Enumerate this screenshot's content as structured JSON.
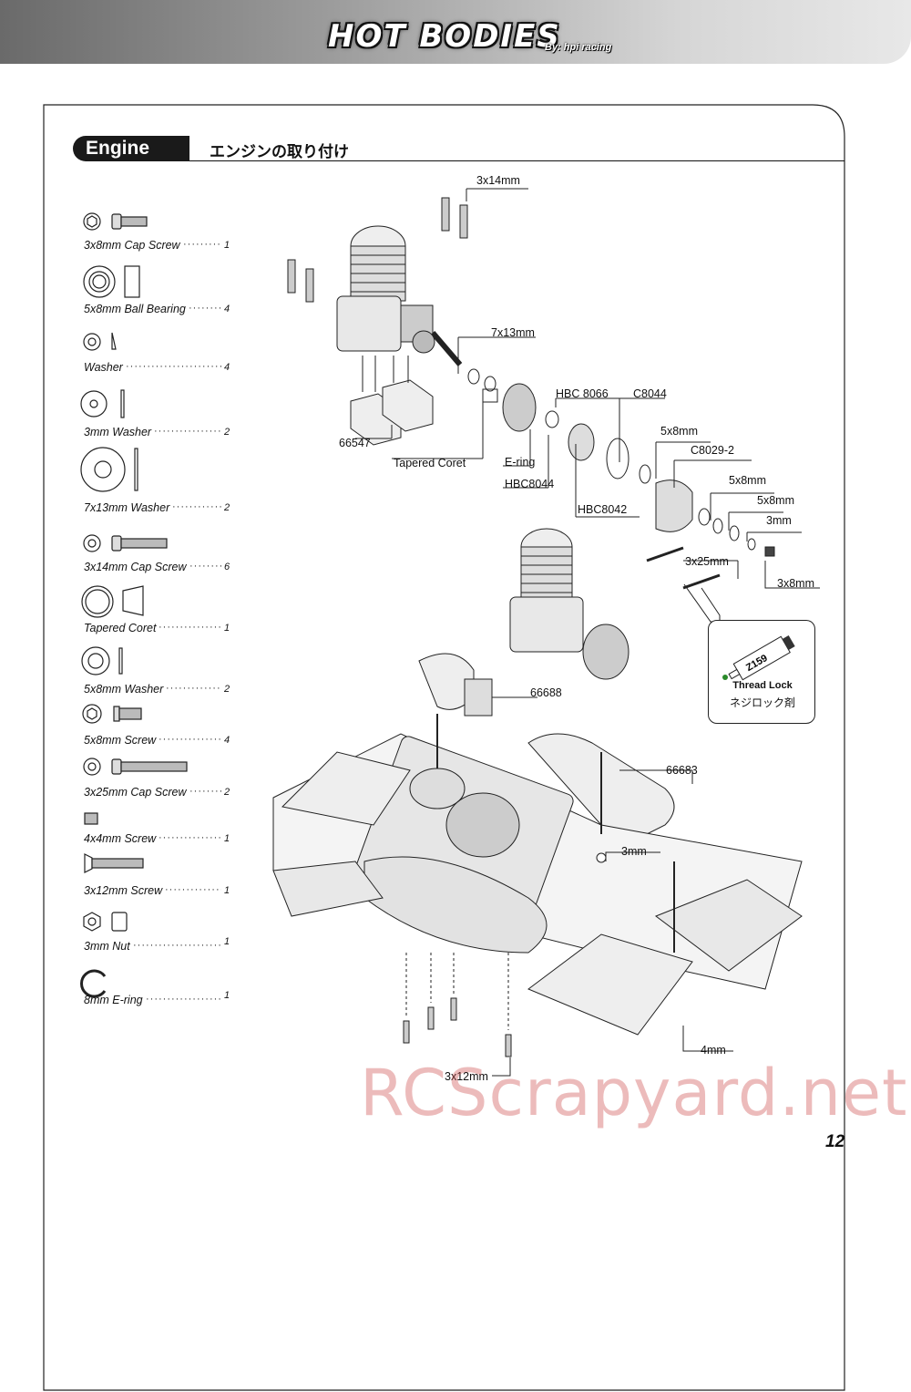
{
  "header": {
    "logo": "HOT BODIES",
    "logo_sub": "By: hpi racing"
  },
  "section": {
    "title": "Engine",
    "title_jp": "エンジンの取り付け"
  },
  "parts": [
    {
      "label": "3x8mm Cap Screw",
      "qty": "1",
      "icon": "cap-screw-icon"
    },
    {
      "label": "5x8mm Ball Bearing",
      "qty": "4",
      "icon": "ball-bearing-icon"
    },
    {
      "label": "Washer",
      "qty": "4",
      "icon": "washer-icon"
    },
    {
      "label": "3mm Washer",
      "qty": "2",
      "icon": "washer-icon"
    },
    {
      "label": "7x13mm Washer",
      "qty": "2",
      "icon": "washer-icon"
    },
    {
      "label": "3x14mm Cap Screw",
      "qty": "6",
      "icon": "cap-screw-icon"
    },
    {
      "label": "Tapered Coret",
      "qty": "1",
      "icon": "tapered-collet-icon"
    },
    {
      "label": "5x8mm Washer",
      "qty": "2",
      "icon": "washer-icon"
    },
    {
      "label": "5x8mm Screw",
      "qty": "4",
      "icon": "screw-icon"
    },
    {
      "label": "3x25mm Cap Screw",
      "qty": "2",
      "icon": "cap-screw-icon"
    },
    {
      "label": "4x4mm Screw",
      "qty": "1",
      "icon": "set-screw-icon"
    },
    {
      "label": "3x12mm Screw",
      "qty": "1",
      "icon": "flat-head-screw-icon"
    },
    {
      "label": "3mm Nut",
      "qty": "1",
      "icon": "nut-icon"
    },
    {
      "label": "8mm E-ring",
      "qty": "1",
      "icon": "e-ring-icon"
    }
  ],
  "callouts": {
    "c3x14": "3x14mm",
    "c7x13": "7x13mm",
    "hbc8066": "HBC 8066",
    "c8044": "C8044",
    "c5x8a": "5x8mm",
    "c8029": "C8029-2",
    "c5x8b": "5x8mm",
    "c5x8c": "5x8mm",
    "c3mm": "3mm",
    "c3x8": "3x8mm",
    "c66547": "66547",
    "tapered": "Tapered Coret",
    "ering": "E-ring",
    "hbc8044": "HBC8044",
    "hbc8042": "HBC8042",
    "c3x25": "3x25mm",
    "c66688": "66688",
    "c66683": "66683",
    "c3mm2": "3mm",
    "c4mm": "4mm",
    "c3x12": "3x12mm"
  },
  "thread_lock": {
    "label": "Thread Lock",
    "label_jp": "ネジロック剤",
    "tube_text": "Z159"
  },
  "page_number": "12",
  "watermark": "RCScrapyard.net"
}
